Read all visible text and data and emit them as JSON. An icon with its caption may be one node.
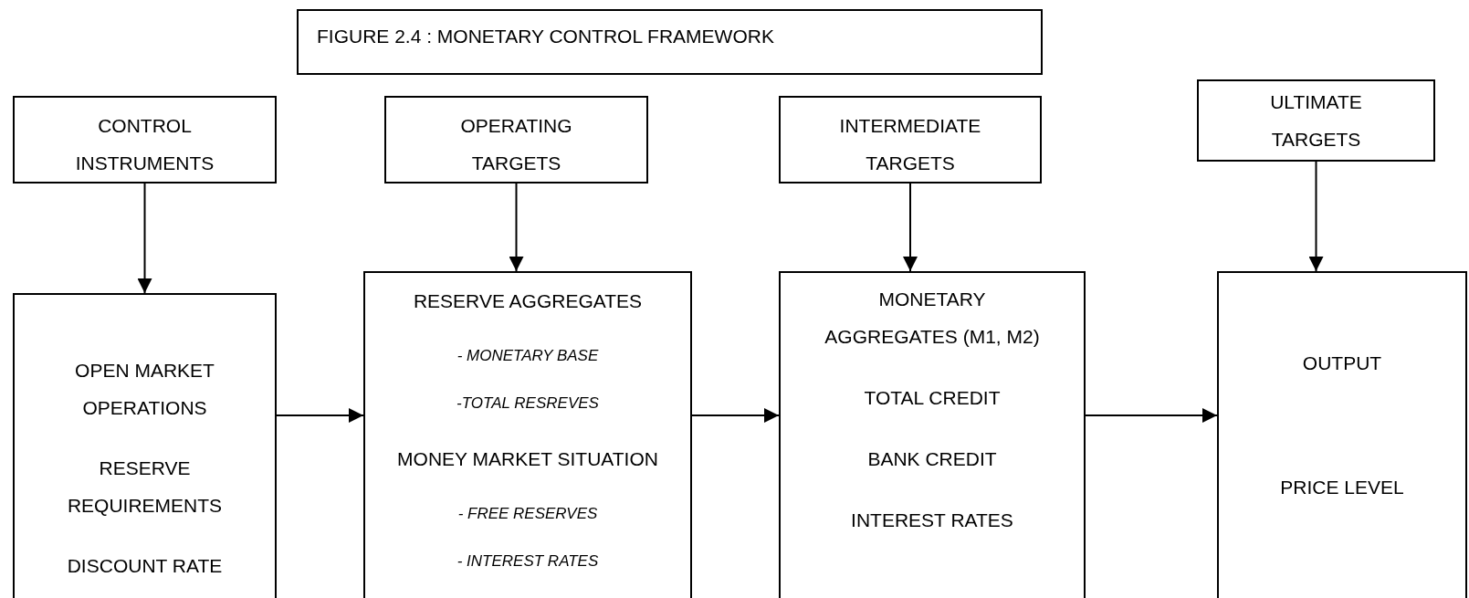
{
  "diagram": {
    "title": "FIGURE 2.4 : MONETARY CONTROL FRAMEWORK",
    "nodes": [
      {
        "text": [
          "CONTROL INSTRUMENTS"
        ]
      },
      {
        "text": [
          "OPERATING TARGETS"
        ]
      },
      {
        "text": [
          "INTERMEDIATE TARGETS"
        ]
      },
      {
        "text": [
          "ULTIMATE TARGETS"
        ]
      },
      {
        "text": [
          "OPEN MARKET OPERATIONS",
          "RESERVE REQUIREMENTS",
          "DISCOUNT RATE"
        ]
      },
      {
        "text": [
          "RESERVE AGGREGATES",
          "- MONETARY BASE",
          "-TOTAL RESREVES",
          "MONEY MARKET SITUATION",
          "- FREE RESERVES",
          "- INTEREST RATES"
        ]
      },
      {
        "text": [
          "MONETARY AGGREGATES (M1, M2)",
          "TOTAL CREDIT",
          "BANK CREDIT",
          "INTEREST RATES"
        ]
      },
      {
        "text": [
          "OUTPUT",
          "PRICE LEVEL"
        ]
      }
    ],
    "edges": [
      {
        "from": 0,
        "to": 4,
        "arrow": "to"
      },
      {
        "from": 1,
        "to": 5,
        "arrow": "to"
      },
      {
        "from": 2,
        "to": 6,
        "arrow": "to"
      },
      {
        "from": 3,
        "to": 7,
        "arrow": "to"
      },
      {
        "from": 4,
        "to": 5,
        "arrow": "to"
      },
      {
        "from": 5,
        "to": 6,
        "arrow": "to"
      },
      {
        "from": 6,
        "to": 7,
        "arrow": "to"
      }
    ]
  }
}
